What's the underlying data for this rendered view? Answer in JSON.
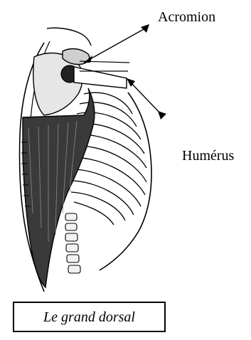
{
  "labels": {
    "acromion": "Acromion",
    "humerus": "Humérus"
  },
  "caption": "Le grand dorsal",
  "colors": {
    "ink": "#000000",
    "muscle": "#3a3a3a",
    "background": "#ffffff"
  }
}
